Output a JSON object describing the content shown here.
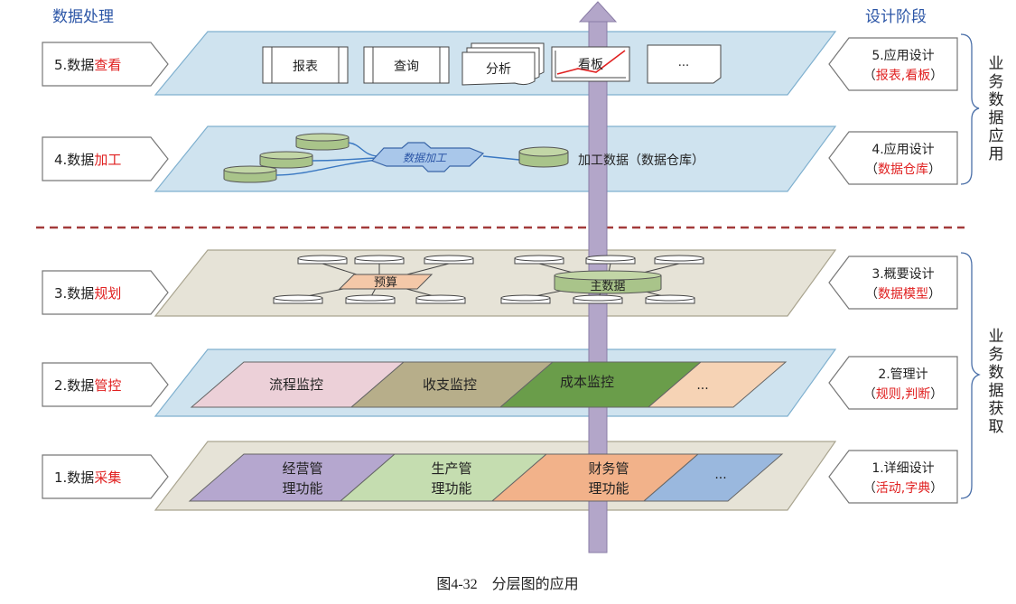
{
  "headers": {
    "left": "数据处理",
    "right": "设计阶段"
  },
  "left_labels": [
    {
      "prefix": "5.数据",
      "hl": "查看"
    },
    {
      "prefix": "4.数据",
      "hl": "加工"
    },
    {
      "prefix": "3.数据",
      "hl": "规划"
    },
    {
      "prefix": "2.数据",
      "hl": "管控"
    },
    {
      "prefix": "1.数据",
      "hl": "采集"
    }
  ],
  "right_labels": [
    {
      "title": "5.应用设计",
      "open": "（",
      "hl": "报表,看板",
      "close": "）"
    },
    {
      "title": "4.应用设计",
      "open": "（",
      "hl": "数据仓库",
      "close": "）"
    },
    {
      "title": "3.概要设计",
      "open": "（",
      "hl": "数据模型",
      "close": "）"
    },
    {
      "title": "2.管理计",
      "open": "（",
      "hl": "规则,判断",
      "close": "）"
    },
    {
      "title": "1.详细设计",
      "open": "（",
      "hl": "活动,字典",
      "close": "）"
    }
  ],
  "brackets": {
    "upper": [
      "业",
      "务",
      "数",
      "据",
      "应",
      "用"
    ],
    "lower": [
      "业",
      "务",
      "数",
      "据",
      "获",
      "取"
    ]
  },
  "layer5": {
    "items": [
      "报表",
      "查询",
      "分析",
      "看板",
      "..."
    ]
  },
  "layer4": {
    "process": "数据加工",
    "output": "加工数据（数据仓库）"
  },
  "layer3": {
    "group1": "预算",
    "group2": "主数据"
  },
  "layer2": {
    "items": [
      "流程监控",
      "收支监控",
      "成本监控",
      "..."
    ]
  },
  "layer1": {
    "items": [
      [
        "经营管",
        "理功能"
      ],
      [
        "生产管",
        "理功能"
      ],
      [
        "财务管",
        "理功能"
      ],
      [
        "..."
      ]
    ]
  },
  "caption": "图4-32　分层图的应用",
  "colors": {
    "blue_text": "#2b55a6",
    "red_text": "#e02020",
    "plane_blue": "#cfe3ef",
    "plane_gray": "#e6e3d7",
    "arrow": "#b3a6c9",
    "divider": "#a33a3a"
  }
}
